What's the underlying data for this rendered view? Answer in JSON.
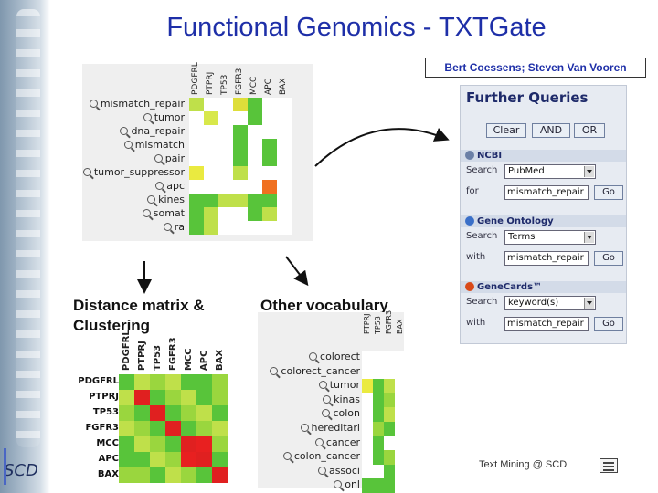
{
  "title": "Functional Genomics - TXTGate",
  "authors": "Bert Coessens; Steven Van Vooren",
  "sidebar_logo": "SCD",
  "top_heatmap": {
    "columns": [
      "PDGFRL",
      "PTPRJ",
      "TP53",
      "FGFR3",
      "MCC",
      "APC",
      "BAX"
    ],
    "rows": [
      "mismatch_repair",
      "tumor",
      "dna_repair",
      "mismatch",
      "pair",
      "tumor_suppressor",
      "apc",
      "kines",
      "somat",
      "ra"
    ],
    "colors": [
      [
        "#bfe04a",
        "#ffffff",
        "#ffffff",
        "#dede3a",
        "#58c43a",
        "#ffffff",
        "#ffffff"
      ],
      [
        "#ffffff",
        "#d8e84a",
        "#ffffff",
        "#ffffff",
        "#58c43a",
        "#ffffff",
        "#ffffff"
      ],
      [
        "#ffffff",
        "#ffffff",
        "#ffffff",
        "#58c43a",
        "#ffffff",
        "#ffffff",
        "#ffffff"
      ],
      [
        "#ffffff",
        "#ffffff",
        "#ffffff",
        "#58c43a",
        "#ffffff",
        "#58c43a",
        "#ffffff"
      ],
      [
        "#ffffff",
        "#ffffff",
        "#ffffff",
        "#58c43a",
        "#ffffff",
        "#58c43a",
        "#ffffff"
      ],
      [
        "#eaea40",
        "#ffffff",
        "#ffffff",
        "#bfe04a",
        "#ffffff",
        "#ffffff",
        "#ffffff"
      ],
      [
        "#ffffff",
        "#ffffff",
        "#ffffff",
        "#ffffff",
        "#ffffff",
        "#f07020",
        "#ffffff"
      ],
      [
        "#58c43a",
        "#58c43a",
        "#bfe04a",
        "#bfe04a",
        "#58c43a",
        "#58c43a",
        "#ffffff"
      ],
      [
        "#58c43a",
        "#bfe04a",
        "#ffffff",
        "#ffffff",
        "#58c43a",
        "#bfe04a",
        "#ffffff"
      ],
      [
        "#58c43a",
        "#bfe04a",
        "#ffffff",
        "#ffffff",
        "#ffffff",
        "#ffffff",
        "#ffffff"
      ]
    ]
  },
  "further_queries": {
    "title": "Further Queries",
    "buttons": [
      "Clear",
      "AND",
      "OR"
    ],
    "sections": [
      {
        "name": "NCBI",
        "icon_color": "#6a7fa6",
        "search_label": "Search",
        "search_value": "PubMed",
        "for_label": "for",
        "for_value": "mismatch_repair",
        "go": "Go"
      },
      {
        "name": "Gene Ontology",
        "icon_color": "#3a6fc8",
        "search_label": "Search",
        "search_value": "Terms",
        "for_label": "with",
        "for_value": "mismatch_repair",
        "go": "Go"
      },
      {
        "name": "GeneCards™",
        "icon_color": "#d94a1a",
        "search_label": "Search",
        "search_value": "keyword(s)",
        "for_label": "with",
        "for_value": "mismatch_repair",
        "go": "Go"
      }
    ]
  },
  "captions": {
    "distance": "Distance matrix & Clustering",
    "vocab": "Other vocabulary"
  },
  "distance_matrix": {
    "labels": [
      "PDGFRL",
      "PTPRJ",
      "TP53",
      "FGFR3",
      "MCC",
      "APC",
      "BAX"
    ],
    "colors": [
      [
        "#58c43a",
        "#bfe04a",
        "#9ad63e",
        "#bfe04a",
        "#58c43a",
        "#58c43a",
        "#9ad63e"
      ],
      [
        "#bfe04a",
        "#e02020",
        "#58c43a",
        "#9ad63e",
        "#bfe04a",
        "#58c43a",
        "#9ad63e"
      ],
      [
        "#9ad63e",
        "#58c43a",
        "#e02020",
        "#58c43a",
        "#9ad63e",
        "#bfe04a",
        "#58c43a"
      ],
      [
        "#bfe04a",
        "#9ad63e",
        "#58c43a",
        "#e02020",
        "#58c43a",
        "#9ad63e",
        "#bfe04a"
      ],
      [
        "#58c43a",
        "#bfe04a",
        "#9ad63e",
        "#58c43a",
        "#e02020",
        "#e82020",
        "#9ad63e"
      ],
      [
        "#58c43a",
        "#58c43a",
        "#bfe04a",
        "#9ad63e",
        "#e82020",
        "#e02020",
        "#58c43a"
      ],
      [
        "#9ad63e",
        "#9ad63e",
        "#58c43a",
        "#bfe04a",
        "#9ad63e",
        "#58c43a",
        "#e02020"
      ]
    ]
  },
  "vocab_heatmap": {
    "columns": [
      "PTPRJ",
      "TP53",
      "FGFR3",
      "BAX"
    ],
    "rows": [
      "colorect",
      "colorect_cancer",
      "tumor",
      "kinas",
      "colon",
      "hereditari",
      "cancer",
      "colon_cancer",
      "associ",
      "onl"
    ],
    "colors": [
      [
        "#ffffff",
        "#ffffff",
        "#ffffff",
        "#ffffff"
      ],
      [
        "#ffffff",
        "#ffffff",
        "#ffffff",
        "#ffffff"
      ],
      [
        "#eaea40",
        "#58c43a",
        "#bfe04a",
        "#ffffff"
      ],
      [
        "#ffffff",
        "#58c43a",
        "#9ad63e",
        "#ffffff"
      ],
      [
        "#ffffff",
        "#58c43a",
        "#bfe04a",
        "#ffffff"
      ],
      [
        "#ffffff",
        "#9ad63e",
        "#58c43a",
        "#ffffff"
      ],
      [
        "#ffffff",
        "#58c43a",
        "#ffffff",
        "#ffffff"
      ],
      [
        "#ffffff",
        "#58c43a",
        "#9ad63e",
        "#ffffff"
      ],
      [
        "#ffffff",
        "#ffffff",
        "#58c43a",
        "#ffffff"
      ],
      [
        "#58c43a",
        "#58c43a",
        "#58c43a",
        "#ffffff"
      ]
    ]
  },
  "footer": "Text Mining @ SCD"
}
